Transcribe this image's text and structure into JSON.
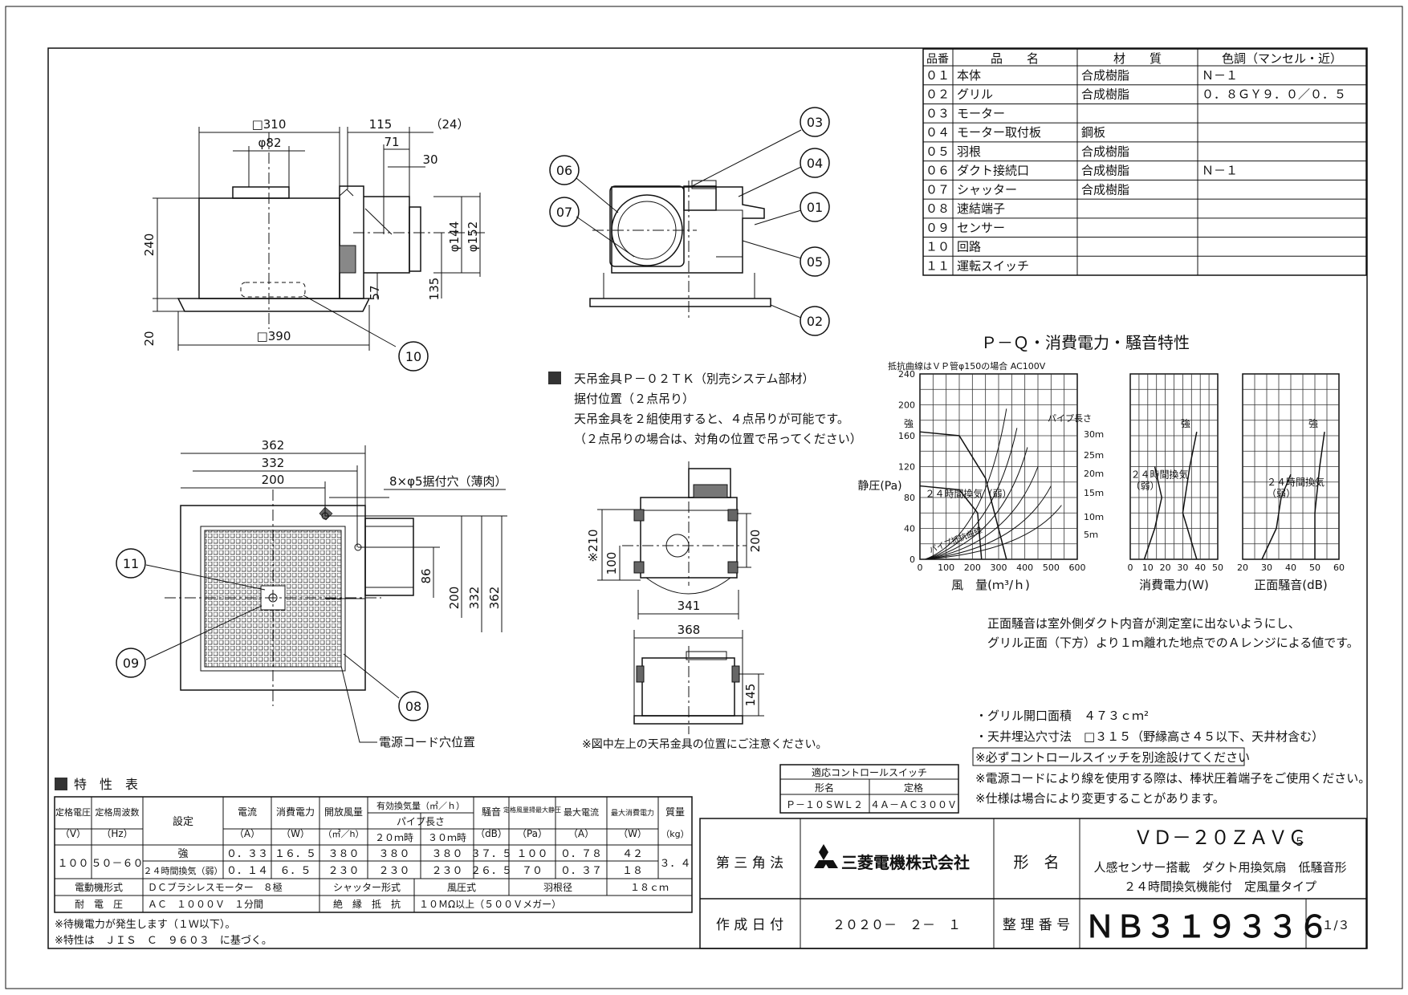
{
  "parts": {
    "headers": [
      "品番",
      "品　　名",
      "材　　質",
      "色調（マンセル・近）"
    ],
    "rows": [
      [
        "０１",
        "本体",
        "合成樹脂",
        "Ｎ－１"
      ],
      [
        "０２",
        "グリル",
        "合成樹脂",
        "０．８ＧＹ９．０／０．５"
      ],
      [
        "０３",
        "モーター",
        "",
        ""
      ],
      [
        "０４",
        "モーター取付板",
        "鋼板",
        ""
      ],
      [
        "０５",
        "羽根",
        "合成樹脂",
        ""
      ],
      [
        "０６",
        "ダクト接続口",
        "合成樹脂",
        "Ｎ－１"
      ],
      [
        "０７",
        "シャッター",
        "合成樹脂",
        ""
      ],
      [
        "０８",
        "速結端子",
        "",
        ""
      ],
      [
        "０９",
        "センサー",
        "",
        ""
      ],
      [
        "１０",
        "回路",
        "",
        ""
      ],
      [
        "１１",
        "運転スイッチ",
        "",
        ""
      ]
    ]
  },
  "side_view": {
    "dims": [
      "□310",
      "φ82",
      "115",
      "（24）",
      "71",
      "30",
      "240",
      "φ144",
      "φ152",
      "57",
      "135",
      "20",
      "□390"
    ],
    "callouts": [
      "10"
    ]
  },
  "front_view": {
    "callouts": [
      "03",
      "04",
      "06",
      "07",
      "01",
      "05",
      "02"
    ]
  },
  "notes_ceiling": {
    "line1": "天吊金具Ｐ－０２ＴＫ（別売システム部材）",
    "line2": "据付位置（２点吊り）",
    "line3": "天吊金具を２組使用すると、４点吊りが可能です。",
    "line4": "（２点吊りの場合は、対角の位置で吊ってください）"
  },
  "bottom_view": {
    "dims": [
      "362",
      "332",
      "200",
      "8×φ5据付穴（薄肉）",
      "86",
      "200",
      "332",
      "362"
    ],
    "callouts": [
      "11",
      "09",
      "08"
    ],
    "power_cord": "電源コード穴位置"
  },
  "bracket_view": {
    "dims": [
      "※210",
      "100",
      "200",
      "341",
      "368",
      "145"
    ],
    "note": "※図中左上の天吊金具の位置にご注意ください。"
  },
  "chart_data": [
    {
      "type": "line",
      "title": "Ｐ－Ｑ・消費電力・騒音特性",
      "subtitle": "抵抗曲線はＶＰ管φ150の場合 AC100V",
      "xlabel": "風　量(ｍ³/ｈ)",
      "ylabel": "静圧(Pa)",
      "xlim": [
        0,
        600
      ],
      "ylim": [
        0,
        240
      ],
      "xticks": [
        "0",
        "100",
        "200",
        "300",
        "400",
        "500",
        "600"
      ],
      "yticks": [
        "0",
        "40",
        "80",
        "120",
        "160",
        "200",
        "240"
      ],
      "series": [
        {
          "name": "強",
          "x": [
            0,
            150,
            250,
            330
          ],
          "y": [
            165,
            160,
            105,
            0
          ]
        },
        {
          "name": "２４時間換気（弱）",
          "x": [
            0,
            150,
            220,
            235
          ],
          "y": [
            95,
            90,
            60,
            0
          ]
        }
      ],
      "pipe_labels": [
        "パイプ長さ",
        "30ｍ",
        "25ｍ",
        "20ｍ",
        "15ｍ",
        "10ｍ",
        "5ｍ"
      ],
      "annotation": "パイプ抵抗曲線"
    },
    {
      "type": "line",
      "xlabel": "消費電力(Ｗ)",
      "xlim": [
        0,
        50
      ],
      "xticks": [
        "0",
        "10",
        "20",
        "30",
        "40",
        "50"
      ],
      "series": [
        {
          "name": "強",
          "x": [
            38,
            34,
            30,
            38
          ],
          "y": [
            165,
            120,
            60,
            0
          ]
        },
        {
          "name": "２４時間換気\n（弱）",
          "x": [
            14,
            18,
            14,
            8
          ],
          "y": [
            120,
            80,
            40,
            0
          ]
        }
      ]
    },
    {
      "type": "line",
      "xlabel": "正面騒音(dB)",
      "xlim": [
        20,
        60
      ],
      "xticks": [
        "20",
        "30",
        "40",
        "50",
        "60"
      ],
      "series": [
        {
          "name": "強",
          "x": [
            54,
            52,
            50,
            50
          ],
          "y": [
            165,
            120,
            60,
            0
          ]
        },
        {
          "name": "２４時間換気\n（弱）",
          "x": [
            40,
            36,
            34,
            28
          ],
          "y": [
            110,
            80,
            40,
            0
          ]
        }
      ]
    }
  ],
  "noise_note": {
    "line1": "正面騒音は室外側ダクト内音が測定室に出ないようにし、",
    "line2": "グリル正面（下方）より１ｍ離れた地点でのＡレンジによる値です。"
  },
  "spec_notes": {
    "line1": "・グリル開口面積　４７３ｃｍ²",
    "line2": "・天井埋込穴寸法　□３１５（野縁高さ４５以下、天井材含む）",
    "line3": "※必ずコントロールスイッチを別途設けてください",
    "line4": "※電源コードにより線を使用する際は、棒状圧着端子をご使用ください。",
    "line5": "※仕様は場合により変更することがあります。"
  },
  "control_switch": {
    "title": "適応コントロールスイッチ",
    "headers": [
      "形名",
      "定格"
    ],
    "values": [
      "Ｐ－１０ＳＷＬ２",
      "４Ａ－ＡＣ３００Ｖ"
    ]
  },
  "char_table": {
    "title": "特　性　表",
    "h_voltage": "定格電圧",
    "h_voltage_u": "（V）",
    "h_freq": "定格周波数",
    "h_freq_u": "（Hz）",
    "h_setting": "設定",
    "h_current": "電流",
    "h_current_u": "（A）",
    "h_power": "消費電力",
    "h_power_u": "（W）",
    "h_open": "開放風量",
    "h_open_u": "（㎥／h）",
    "h_eff": "有効換気量（㎥／ｈ）",
    "h_pipe": "パイプ長さ",
    "h_20": "２０ｍ時",
    "h_30": "３０ｍ時",
    "h_noise": "騒音",
    "h_noise_u": "（dB）",
    "h_static": "定格風量掃最大静圧",
    "h_static_u": "（Pa）",
    "h_maxcur": "最大電流",
    "h_maxcur_u": "（A）",
    "h_maxpow": "最大消費電力",
    "h_maxpow_u": "（W）",
    "h_mass": "質量",
    "h_mass_u": "（kg）",
    "voltage": "１００",
    "freq": "５０－６０",
    "mass": "３．４",
    "rows": [
      [
        "強",
        "０．３３",
        "１６．５",
        "３８０",
        "３８０",
        "３８０",
        "３７．５",
        "１００",
        "０．７８",
        "４２"
      ],
      [
        "２４時間換気（弱）",
        "０．１４",
        "６．５",
        "２３０",
        "２３０",
        "２３０",
        "２６．５",
        "７０",
        "０．３７",
        "１８"
      ]
    ],
    "motor_label": "電動機形式",
    "motor": "ＤＣブラシレスモーター　８極",
    "shutter_label": "シャッター形式",
    "shutter": "風圧式",
    "blade_label": "羽根径",
    "blade": "１８ｃｍ",
    "withstand_label": "耐　電　圧",
    "withstand": "ＡＣ　１０００Ｖ　１分間",
    "insul_label": "絶　縁　抵　抗",
    "insul": "１０ＭΩ以上（５００Ｖメガー）",
    "note1": "※待機電力が発生します（１Ｗ以下）。",
    "note2": "※特性は　ＪＩＳ　Ｃ　９６０３　に基づく。"
  },
  "title_block": {
    "projection": "第 三 角 法",
    "company": "三菱電機株式会社",
    "model_label": "形　名",
    "model": "ＶＤ－２０ＺＡＶＣ",
    "model_sub": "５",
    "desc1": "人感センサー搭載　ダクト用換気扇　低騒音形",
    "desc2": "２４時間換気機能付　定風量タイプ",
    "date_label": "作 成 日 付",
    "date": "２０２０－　２－　１",
    "doc_label": "整 理 番 号",
    "doc_no": "ＮＢ３１９３３６",
    "page": "１/３"
  }
}
